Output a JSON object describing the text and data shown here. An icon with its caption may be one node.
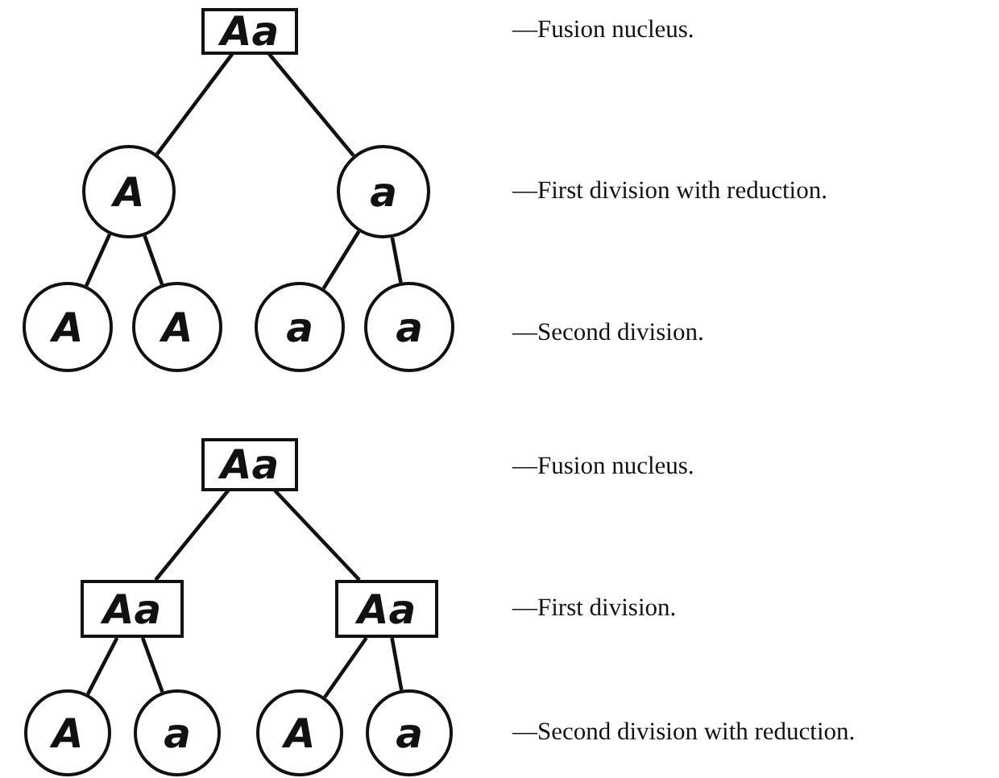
{
  "diagram": {
    "nodes": [
      {
        "text": [
          "Aa"
        ]
      },
      {
        "text": [
          "A"
        ]
      },
      {
        "text": [
          "a"
        ]
      },
      {
        "text": [
          "A"
        ]
      },
      {
        "text": [
          "A"
        ]
      },
      {
        "text": [
          "a"
        ]
      },
      {
        "text": [
          "a"
        ]
      },
      {
        "text": [
          "Aa"
        ]
      },
      {
        "text": [
          "Aa"
        ]
      },
      {
        "text": [
          "Aa"
        ]
      },
      {
        "text": [
          "A"
        ]
      },
      {
        "text": [
          "a"
        ]
      },
      {
        "text": [
          "A"
        ]
      },
      {
        "text": [
          "a"
        ]
      }
    ],
    "edges": [
      {
        "from": 0,
        "to": 1,
        "arrow": "none"
      },
      {
        "from": 0,
        "to": 2,
        "arrow": "none"
      },
      {
        "from": 1,
        "to": 3,
        "arrow": "none"
      },
      {
        "from": 1,
        "to": 4,
        "arrow": "none"
      },
      {
        "from": 2,
        "to": 5,
        "arrow": "none"
      },
      {
        "from": 2,
        "to": 6,
        "arrow": "none"
      },
      {
        "from": 7,
        "to": 8,
        "arrow": "none"
      },
      {
        "from": 7,
        "to": 9,
        "arrow": "none"
      },
      {
        "from": 8,
        "to": 10,
        "arrow": "none"
      },
      {
        "from": 8,
        "to": 11,
        "arrow": "none"
      },
      {
        "from": 9,
        "to": 12,
        "arrow": "none"
      },
      {
        "from": 9,
        "to": 13,
        "arrow": "none"
      }
    ],
    "labels": [
      "—Fusion nucleus.",
      "—First division with reduction.",
      "—Second division.",
      "—Fusion nucleus.",
      "—First division.",
      "—Second division with reduction."
    ]
  }
}
